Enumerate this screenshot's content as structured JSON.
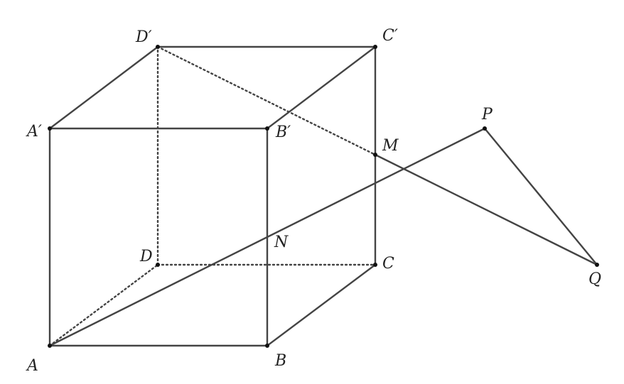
{
  "points": {
    "A": {
      "label": "A"
    },
    "B": {
      "label": "B"
    },
    "C": {
      "label": "C"
    },
    "D": {
      "label": "D"
    },
    "A1": {
      "label": "A′"
    },
    "B1": {
      "label": "B′"
    },
    "C1": {
      "label": "C′"
    },
    "D1": {
      "label": "D′"
    },
    "M": {
      "label": "M"
    },
    "N": {
      "label": "N"
    },
    "P": {
      "label": "P"
    },
    "Q": {
      "label": "Q"
    }
  },
  "colors": {
    "stroke": "#444444",
    "text": "#222222"
  }
}
